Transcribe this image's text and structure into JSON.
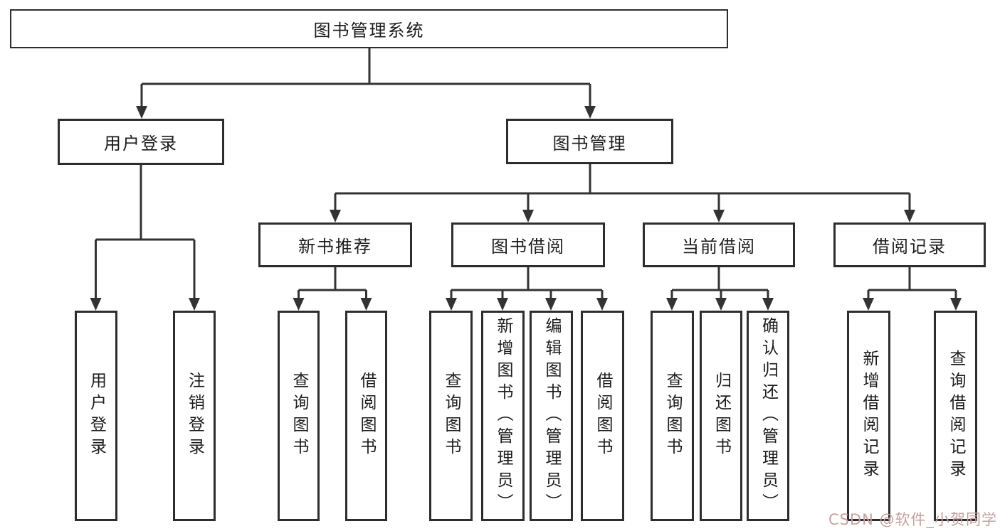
{
  "diagram": {
    "title": "图书管理系统",
    "tree": {
      "label": "图书管理系统",
      "children": [
        {
          "label": "用户登录",
          "children": [
            {
              "label": "用户登录"
            },
            {
              "label": "注销登录"
            }
          ]
        },
        {
          "label": "图书管理",
          "children": [
            {
              "label": "新书推荐",
              "children": [
                {
                  "label": "查询图书"
                },
                {
                  "label": "借阅图书"
                }
              ]
            },
            {
              "label": "图书借阅",
              "children": [
                {
                  "label": "查询图书"
                },
                {
                  "label": "新增图书（管理员）"
                },
                {
                  "label": "编辑图书（管理员）"
                },
                {
                  "label": "借阅图书"
                }
              ]
            },
            {
              "label": "当前借阅",
              "children": [
                {
                  "label": "查询图书"
                },
                {
                  "label": "归还图书"
                },
                {
                  "label": "确认归还（管理员）"
                }
              ]
            },
            {
              "label": "借阅记录",
              "children": [
                {
                  "label": "新增借阅记录"
                },
                {
                  "label": "查询借阅记录"
                }
              ]
            }
          ]
        }
      ]
    },
    "colors": {
      "line": "#333333",
      "box_border": "#2d2d2d",
      "text": "#1c1c1c",
      "background": "#ffffff",
      "watermark": "#c79f9f"
    }
  },
  "watermark": {
    "text": "CSDN @软件_小贺同学"
  }
}
